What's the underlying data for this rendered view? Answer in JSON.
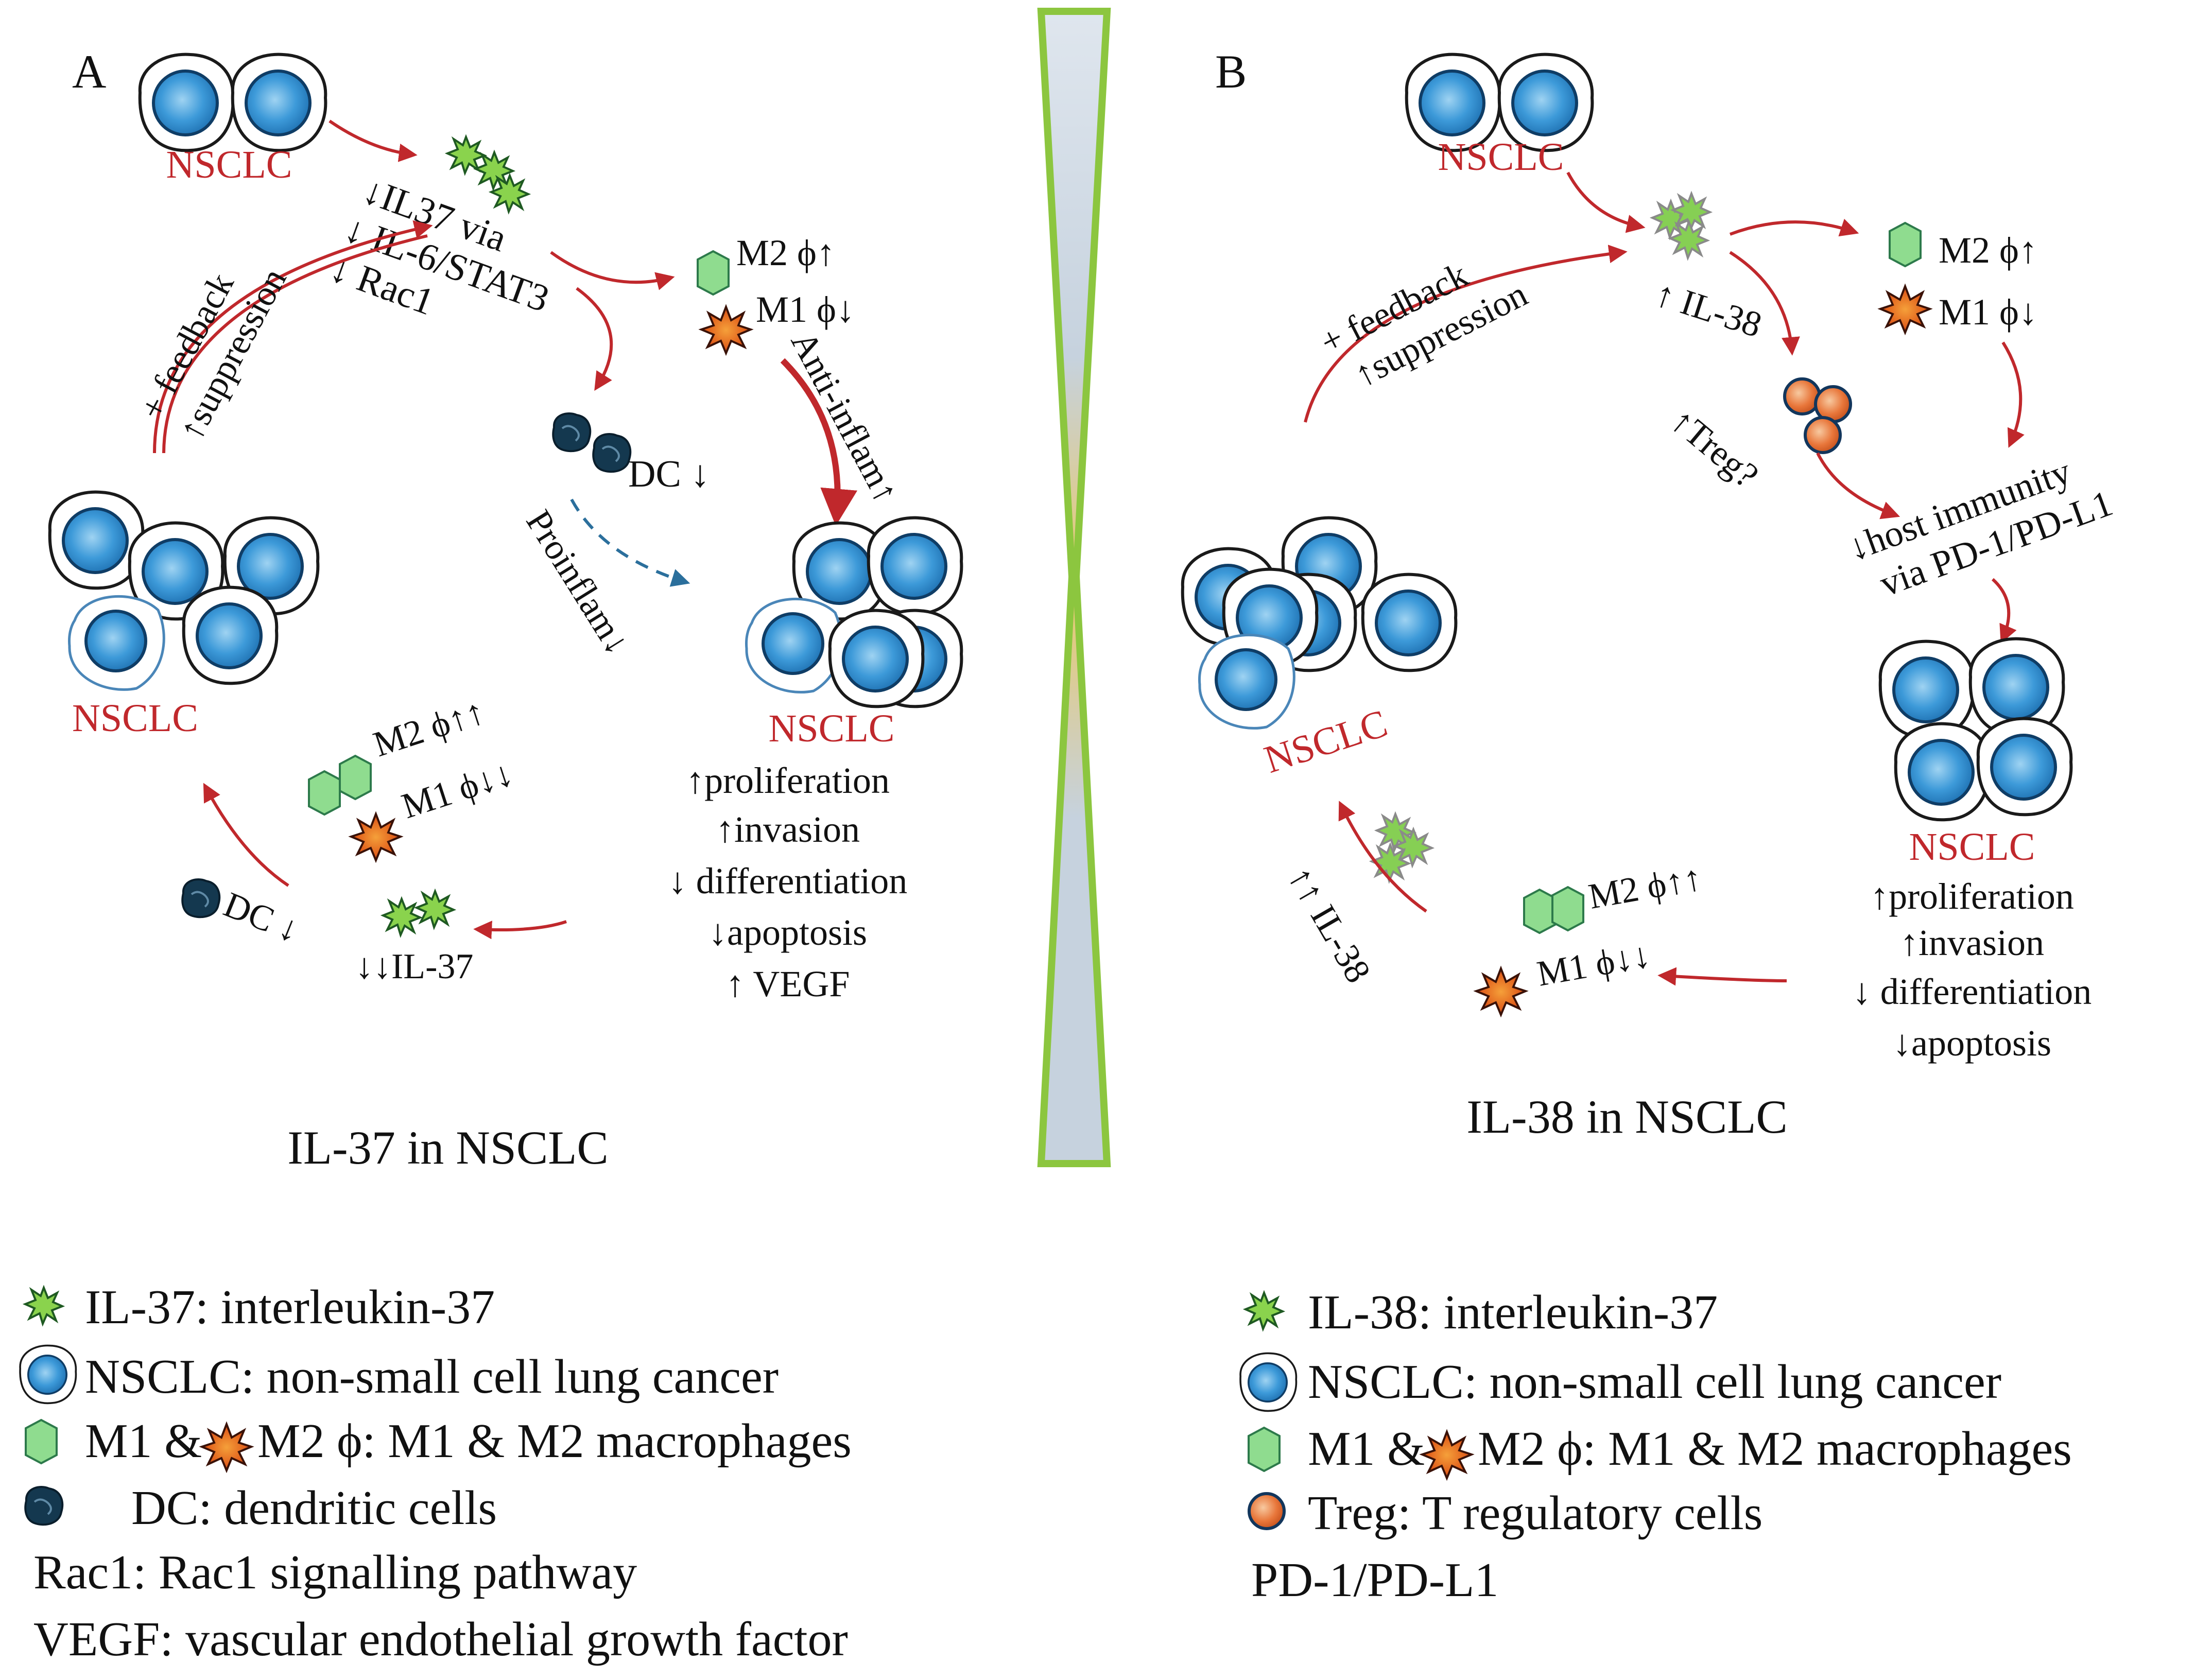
{
  "panelA": {
    "letter": "A",
    "top_label": "NSCLC",
    "il37_line1": "↓IL37 via",
    "il37_line2": "↓ IL-6/STAT3",
    "il37_line3": "↓ Rac1",
    "feedback_line1": "+ feedback",
    "feedback_line2": "↑suppression",
    "m2_up": "M2 ϕ↑",
    "m1_down": "M1 ϕ↓",
    "anti_inflam": "Anti-inflam↑",
    "dc_down": "DC ↓",
    "proinflam": "Proinflam↓",
    "left_nsclc": "NSCLC",
    "right_nsclc": "NSCLC",
    "effects": [
      "↑proliferation",
      "↑invasion",
      "↓ differentiation",
      "↓apoptosis",
      "↑ VEGF"
    ],
    "m2_upup": "M2 ϕ↑↑",
    "m1_downdown": "M1 ϕ↓↓",
    "dc_down_bottom": "DC ↓",
    "il37_downdown": "↓↓IL-37",
    "caption": "IL-37 in NSCLC"
  },
  "panelB": {
    "letter": "B",
    "top_label": "NSCLC",
    "il38_up": "↑ IL-38",
    "feedback_line1": "+ feedback",
    "feedback_line2": "↑suppression",
    "m2_up": "M2 ϕ↑",
    "m1_down": "M1 ϕ↓",
    "treg": "↑Treg?",
    "host_line1": "↓host immunity",
    "host_line2": "via PD-1/PD-L1",
    "left_nsclc": "NSCLC",
    "right_nsclc": "NSCLC",
    "effects": [
      "↑proliferation",
      "↑invasion",
      "↓ differentiation",
      "↓apoptosis"
    ],
    "m2_upup": "M2 ϕ↑↑",
    "m1_downdown": "M1 ϕ↓↓",
    "il38_upup": "↑↑ IL-38",
    "caption": "IL-38 in NSCLC"
  },
  "legendA": {
    "il37": "IL-37: interleukin-37",
    "nsclc": "NSCLC: non-small cell lung cancer",
    "mac_a": "M1 &",
    "mac_b": "M2 ϕ: M1 & M2 macrophages",
    "dc": "DC: dendritic cells",
    "rac1": "Rac1: Rac1 signalling pathway",
    "vegf": "VEGF: vascular endothelial growth factor"
  },
  "legendB": {
    "il38": "IL-38: interleukin-37",
    "nsclc": "NSCLC: non-small cell lung cancer",
    "mac_a": "M1 &",
    "mac_b": "M2 ϕ: M1 & M2 macrophages",
    "treg": "Treg: T regulatory cells",
    "pd1": "PD-1/PD-L1"
  },
  "colors": {
    "accent_red": "#c0282c",
    "cell_blue": "#2f8fd0",
    "m2_green": "#8fdc8f",
    "m1_orange": "#e2511e",
    "divider_green": "#8cc63f",
    "dc_navy": "#14384f"
  }
}
